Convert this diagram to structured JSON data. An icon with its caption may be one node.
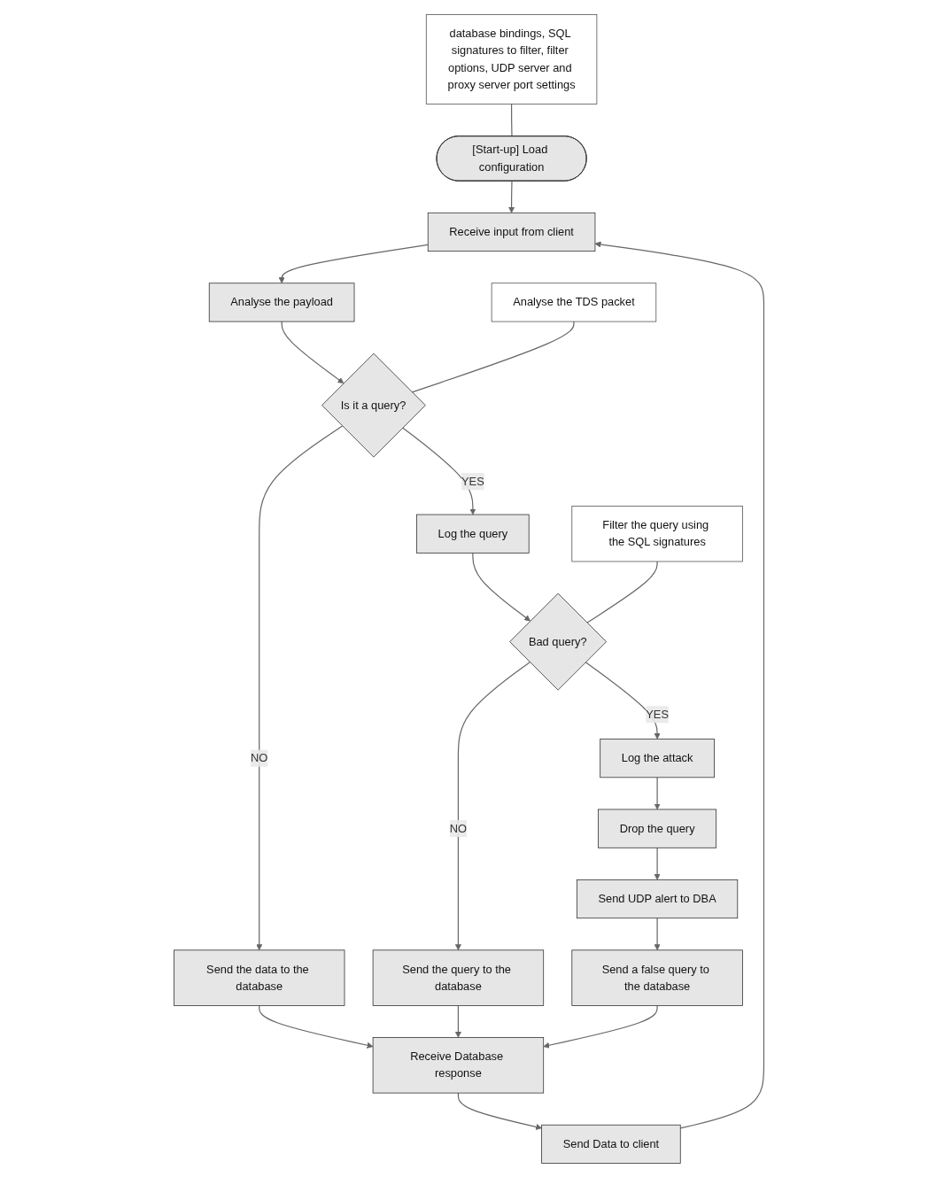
{
  "diagram": {
    "nodes": [
      {
        "text": [
          "[Start-up] Load configuration"
        ]
      },
      {
        "text": [
          "database bindings, SQL signatures to filter, filter options, UDP server and proxy server port settings"
        ]
      },
      {
        "text": [
          "Receive input from client"
        ]
      },
      {
        "text": [
          "Analyse the payload"
        ]
      },
      {
        "text": [
          "Analyse the TDS packet"
        ]
      },
      {
        "text": [
          "Is it a query?"
        ]
      },
      {
        "text": [
          "Log the query"
        ]
      },
      {
        "text": [
          "Filter the query using the SQL signatures"
        ]
      },
      {
        "text": [
          "Bad query?"
        ]
      },
      {
        "text": [
          "Log the attack"
        ]
      },
      {
        "text": [
          "Drop the query"
        ]
      },
      {
        "text": [
          "Send UDP alert to DBA"
        ]
      },
      {
        "text": [
          "Send the data to the database"
        ]
      },
      {
        "text": [
          "Send the query to the database"
        ]
      },
      {
        "text": [
          "Send a false query to the database"
        ]
      },
      {
        "text": [
          "Receive Database response"
        ]
      },
      {
        "text": [
          "Send Data to client"
        ]
      }
    ],
    "edges": [
      {
        "from": 0,
        "to": 2,
        "arrow": "to"
      },
      {
        "from": 1,
        "to": 0,
        "arrow": "none"
      },
      {
        "from": 2,
        "to": 3,
        "arrow": "to"
      },
      {
        "from": 3,
        "to": 5,
        "arrow": "to"
      },
      {
        "from": 4,
        "to": 5,
        "arrow": "none"
      },
      {
        "from": 5,
        "to": 6,
        "label": "YES",
        "arrow": "to"
      },
      {
        "from": 5,
        "to": 12,
        "label": "NO",
        "arrow": "to"
      },
      {
        "from": 6,
        "to": 8,
        "arrow": "to"
      },
      {
        "from": 7,
        "to": 8,
        "arrow": "none"
      },
      {
        "from": 8,
        "to": 9,
        "label": "YES",
        "arrow": "to"
      },
      {
        "from": 9,
        "to": 10,
        "arrow": "to"
      },
      {
        "from": 10,
        "to": 11,
        "arrow": "to"
      },
      {
        "from": 11,
        "to": 14,
        "arrow": "to"
      },
      {
        "from": 8,
        "to": 13,
        "label": "NO",
        "arrow": "to"
      },
      {
        "from": 12,
        "to": 15,
        "arrow": "to"
      },
      {
        "from": 13,
        "to": 15,
        "arrow": "to"
      },
      {
        "from": 14,
        "to": 15,
        "arrow": "to"
      },
      {
        "from": 15,
        "to": 16,
        "arrow": "to"
      },
      {
        "from": 16,
        "to": 2,
        "arrow": "to"
      }
    ]
  }
}
